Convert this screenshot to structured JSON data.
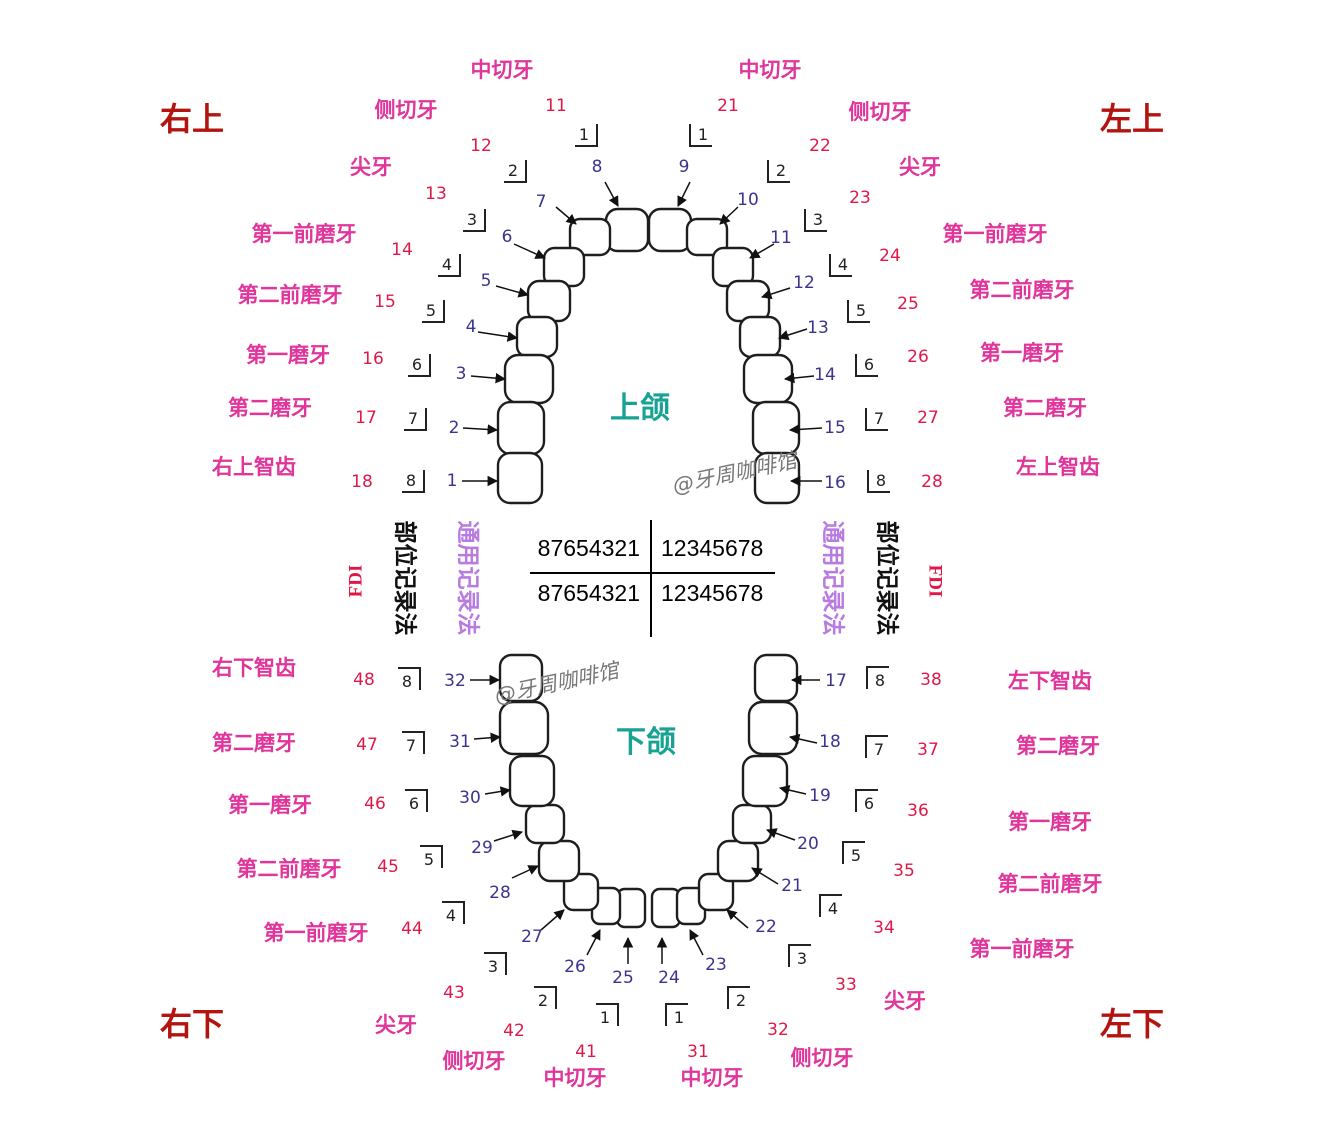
{
  "quadrant_labels": {
    "upper_right": "右上",
    "upper_left": "左上",
    "lower_right": "右下",
    "lower_left": "左下"
  },
  "jaw_labels": {
    "upper": "上颌",
    "lower": "下颌"
  },
  "palmer_grid": {
    "top_left": "87654321",
    "top_right": "12345678",
    "bottom_left": "87654321",
    "bottom_right": "12345678"
  },
  "method_labels": {
    "palmer": "部位记录法",
    "universal": "通用记录法",
    "fdi": "FDI"
  },
  "watermark": "@牙周咖啡馆",
  "upper_right_teeth": [
    {
      "name": "中切牙",
      "fdi": "11",
      "palmer": "1",
      "universal": "8"
    },
    {
      "name": "侧切牙",
      "fdi": "12",
      "palmer": "2",
      "universal": "7"
    },
    {
      "name": "尖牙",
      "fdi": "13",
      "palmer": "3",
      "universal": "6"
    },
    {
      "name": "第一前磨牙",
      "fdi": "14",
      "palmer": "4",
      "universal": "5"
    },
    {
      "name": "第二前磨牙",
      "fdi": "15",
      "palmer": "5",
      "universal": "4"
    },
    {
      "name": "第一磨牙",
      "fdi": "16",
      "palmer": "6",
      "universal": "3"
    },
    {
      "name": "第二磨牙",
      "fdi": "17",
      "palmer": "7",
      "universal": "2"
    },
    {
      "name": "右上智齿",
      "fdi": "18",
      "palmer": "8",
      "universal": "1"
    }
  ],
  "upper_left_teeth": [
    {
      "name": "中切牙",
      "fdi": "21",
      "palmer": "1",
      "universal": "9"
    },
    {
      "name": "侧切牙",
      "fdi": "22",
      "palmer": "2",
      "universal": "10"
    },
    {
      "name": "尖牙",
      "fdi": "23",
      "palmer": "3",
      "universal": "11"
    },
    {
      "name": "第一前磨牙",
      "fdi": "24",
      "palmer": "4",
      "universal": "12"
    },
    {
      "name": "第二前磨牙",
      "fdi": "25",
      "palmer": "5",
      "universal": "13"
    },
    {
      "name": "第一磨牙",
      "fdi": "26",
      "palmer": "6",
      "universal": "14"
    },
    {
      "name": "第二磨牙",
      "fdi": "27",
      "palmer": "7",
      "universal": "15"
    },
    {
      "name": "左上智齿",
      "fdi": "28",
      "palmer": "8",
      "universal": "16"
    }
  ],
  "lower_left_teeth": [
    {
      "name": "中切牙",
      "fdi": "31",
      "palmer": "1",
      "universal": "24"
    },
    {
      "name": "侧切牙",
      "fdi": "32",
      "palmer": "2",
      "universal": "23"
    },
    {
      "name": "尖牙",
      "fdi": "33",
      "palmer": "3",
      "universal": "22"
    },
    {
      "name": "第一前磨牙",
      "fdi": "34",
      "palmer": "4",
      "universal": "21"
    },
    {
      "name": "第二前磨牙",
      "fdi": "35",
      "palmer": "5",
      "universal": "20"
    },
    {
      "name": "第一磨牙",
      "fdi": "36",
      "palmer": "6",
      "universal": "19"
    },
    {
      "name": "第二磨牙",
      "fdi": "37",
      "palmer": "7",
      "universal": "18"
    },
    {
      "name": "左下智齿",
      "fdi": "38",
      "palmer": "8",
      "universal": "17"
    }
  ],
  "lower_right_teeth": [
    {
      "name": "中切牙",
      "fdi": "41",
      "palmer": "1",
      "universal": "25"
    },
    {
      "name": "侧切牙",
      "fdi": "42",
      "palmer": "2",
      "universal": "26"
    },
    {
      "name": "尖牙",
      "fdi": "43",
      "palmer": "3",
      "universal": "27"
    },
    {
      "name": "第一前磨牙",
      "fdi": "44",
      "palmer": "4",
      "universal": "28"
    },
    {
      "name": "第二前磨牙",
      "fdi": "45",
      "palmer": "5",
      "universal": "29"
    },
    {
      "name": "第一磨牙",
      "fdi": "46",
      "palmer": "6",
      "universal": "30"
    },
    {
      "name": "第二磨牙",
      "fdi": "47",
      "palmer": "7",
      "universal": "31"
    },
    {
      "name": "右下智齿",
      "fdi": "48",
      "palmer": "8",
      "universal": "32"
    }
  ]
}
